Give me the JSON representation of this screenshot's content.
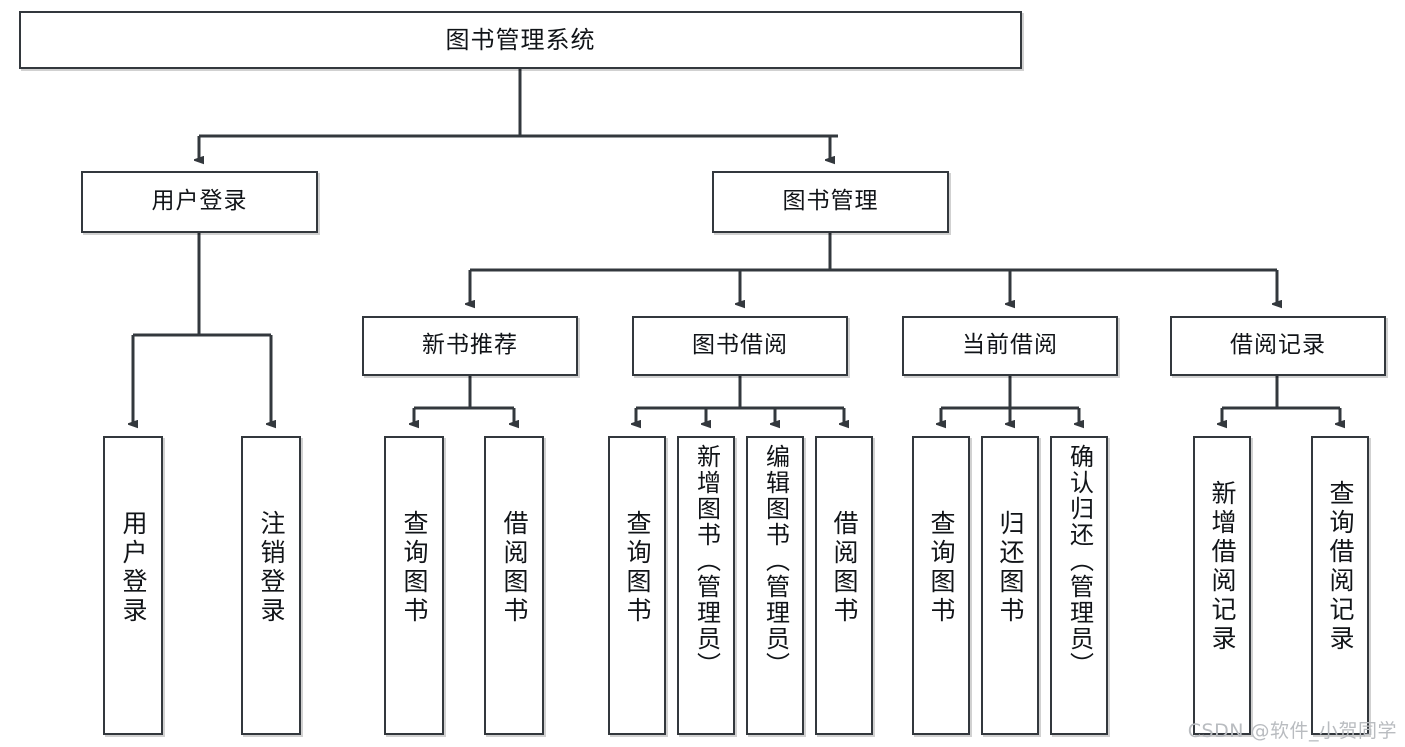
{
  "diagram": {
    "title": "图书管理系统",
    "type": "tree",
    "watermark": "CSDN @软件_小贺同学",
    "colors": {
      "node_border": "#33383d",
      "node_fill": "#ffffff",
      "edge": "#33383d",
      "text": "#111418",
      "watermark": "#b9bcc0",
      "background": "#ffffff"
    },
    "nodes": {
      "root": {
        "label": "图书管理系统"
      },
      "level2": [
        {
          "id": "user-login",
          "label": "用户登录"
        },
        {
          "id": "book-manage",
          "label": "图书管理"
        }
      ],
      "level3": [
        {
          "id": "new-book-recommend",
          "label": "新书推荐"
        },
        {
          "id": "book-borrow",
          "label": "图书借阅"
        },
        {
          "id": "current-borrow",
          "label": "当前借阅"
        },
        {
          "id": "borrow-record",
          "label": "借阅记录"
        }
      ],
      "leaves": {
        "user-login": [
          {
            "id": "leaf-user-login",
            "label": "用户登录"
          },
          {
            "id": "leaf-logout",
            "label": "注销登录"
          }
        ],
        "new-book-recommend": [
          {
            "id": "leaf-query-book-1",
            "label": "查询图书"
          },
          {
            "id": "leaf-borrow-book-1",
            "label": "借阅图书"
          }
        ],
        "book-borrow": [
          {
            "id": "leaf-query-book-2",
            "label": "查询图书"
          },
          {
            "id": "leaf-add-book",
            "label": "新增图书（管理员）"
          },
          {
            "id": "leaf-edit-book",
            "label": "编辑图书（管理员）"
          },
          {
            "id": "leaf-borrow-book-2",
            "label": "借阅图书"
          }
        ],
        "current-borrow": [
          {
            "id": "leaf-query-book-3",
            "label": "查询图书"
          },
          {
            "id": "leaf-return-book",
            "label": "归还图书"
          },
          {
            "id": "leaf-confirm-return",
            "label": "确认归还（管理员）"
          }
        ],
        "borrow-record": [
          {
            "id": "leaf-add-record",
            "label": "新增借阅记录"
          },
          {
            "id": "leaf-query-record",
            "label": "查询借阅记录"
          }
        ]
      }
    }
  }
}
